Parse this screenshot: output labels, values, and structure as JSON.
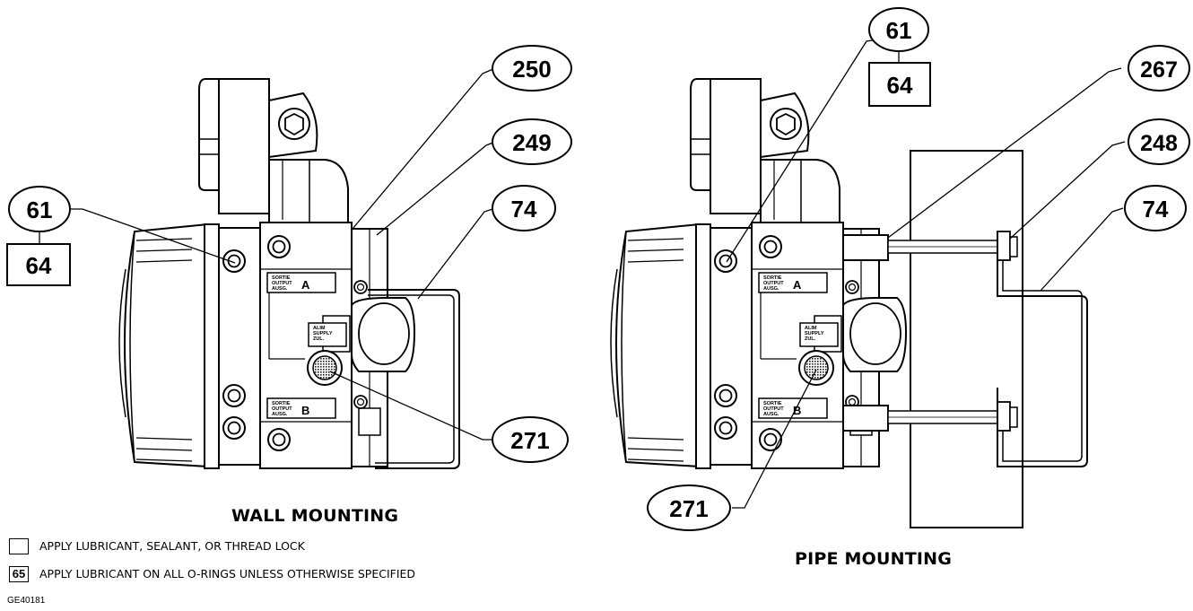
{
  "callouts": {
    "wall_61": "61",
    "wall_64": "64",
    "wall_250": "250",
    "wall_249": "249",
    "wall_74": "74",
    "wall_271": "271",
    "pipe_61": "61",
    "pipe_64": "64",
    "pipe_267": "267",
    "pipe_248": "248",
    "pipe_74": "74",
    "pipe_271": "271"
  },
  "port_labels": {
    "output_a": [
      "SORTIE",
      "OUTPUT",
      "AUSG."
    ],
    "output_a_letter": "A",
    "supply": [
      "ALIM",
      "SUPPLY",
      "ZUL."
    ],
    "output_b": [
      "SORTIE",
      "OUTPUT",
      "AUSG."
    ],
    "output_b_letter": "B"
  },
  "captions": {
    "wall": "WALL MOUNTING",
    "pipe": "PIPE MOUNTING"
  },
  "notes": {
    "note1_box": "",
    "note1_text": "APPLY LUBRICANT, SEALANT, OR THREAD LOCK",
    "note2_box": "65",
    "note2_text": "APPLY LUBRICANT ON ALL O-RINGS UNLESS OTHERWISE SPECIFIED"
  },
  "figure_id": "GE40181"
}
